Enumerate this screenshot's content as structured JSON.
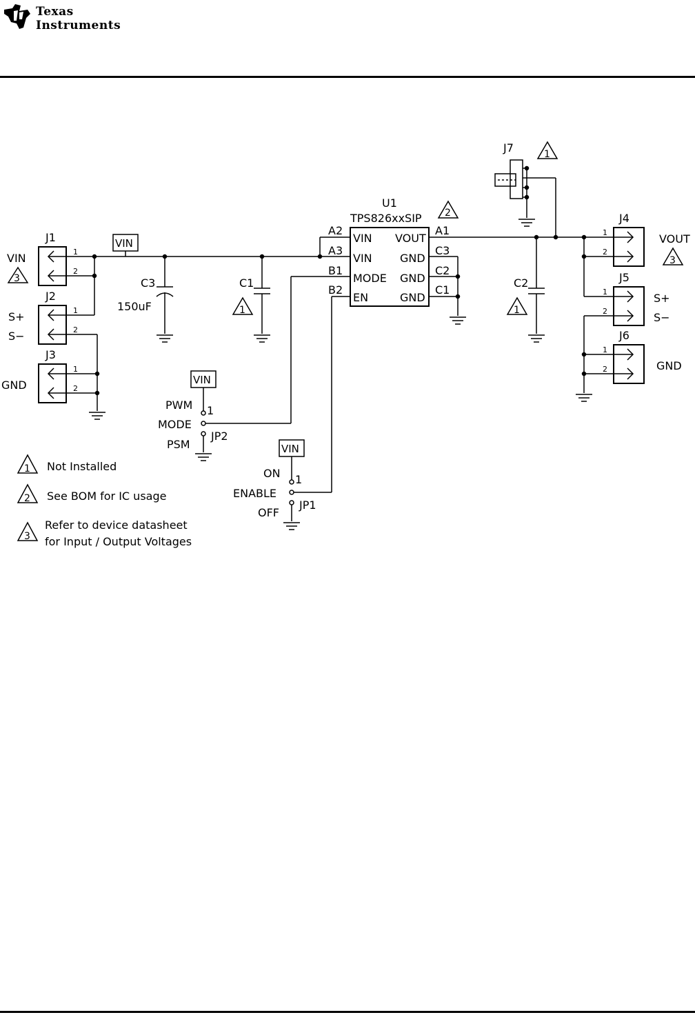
{
  "header": {
    "company_line1": "Texas",
    "company_line2": "Instruments"
  },
  "schematic": {
    "ic": {
      "ref": "U1",
      "part": "TPS826xxSIP",
      "note": "2",
      "left_pins": [
        {
          "ball": "A2",
          "name": "VIN"
        },
        {
          "ball": "A3",
          "name": "VIN"
        },
        {
          "ball": "B1",
          "name": "MODE"
        },
        {
          "ball": "B2",
          "name": "EN"
        }
      ],
      "right_pins": [
        {
          "ball": "A1",
          "name": "VOUT"
        },
        {
          "ball": "C3",
          "name": "GND"
        },
        {
          "ball": "C2",
          "name": "GND"
        },
        {
          "ball": "C1",
          "name": "GND"
        }
      ]
    },
    "connectors": {
      "j1": {
        "ref": "J1",
        "label": "VIN",
        "note": "3",
        "pin1": "1",
        "pin2": "2"
      },
      "j2": {
        "ref": "J2",
        "label_a": "S+",
        "label_b": "S−",
        "pin1": "1",
        "pin2": "2"
      },
      "j3": {
        "ref": "J3",
        "label": "GND",
        "pin1": "1",
        "pin2": "2"
      },
      "j4": {
        "ref": "J4",
        "label": "VOUT",
        "note": "3",
        "pin1": "1",
        "pin2": "2"
      },
      "j5": {
        "ref": "J5",
        "label_a": "S+",
        "label_b": "S−",
        "pin1": "1",
        "pin2": "2"
      },
      "j6": {
        "ref": "J6",
        "label": "GND",
        "pin1": "1",
        "pin2": "2"
      },
      "j7": {
        "ref": "J7",
        "note": "1"
      }
    },
    "caps": {
      "c3": {
        "ref": "C3",
        "value": "150uF"
      },
      "c1": {
        "ref": "C1",
        "note": "1"
      },
      "c2": {
        "ref": "C2",
        "note": "1"
      }
    },
    "vin_tag": "VIN",
    "jp2": {
      "ref": "JP2",
      "vin": "VIN",
      "pin1": "1",
      "top": "PWM",
      "mid": "MODE",
      "bot": "PSM"
    },
    "jp1": {
      "ref": "JP1",
      "vin": "VIN",
      "pin1": "1",
      "top": "ON",
      "mid": "ENABLE",
      "bot": "OFF"
    }
  },
  "notes": [
    {
      "num": "1",
      "text": "Not Installed"
    },
    {
      "num": "2",
      "text": "See BOM for IC usage"
    },
    {
      "num": "3",
      "line1": "Refer to device datasheet",
      "line2": "for Input / Output Voltages"
    }
  ]
}
